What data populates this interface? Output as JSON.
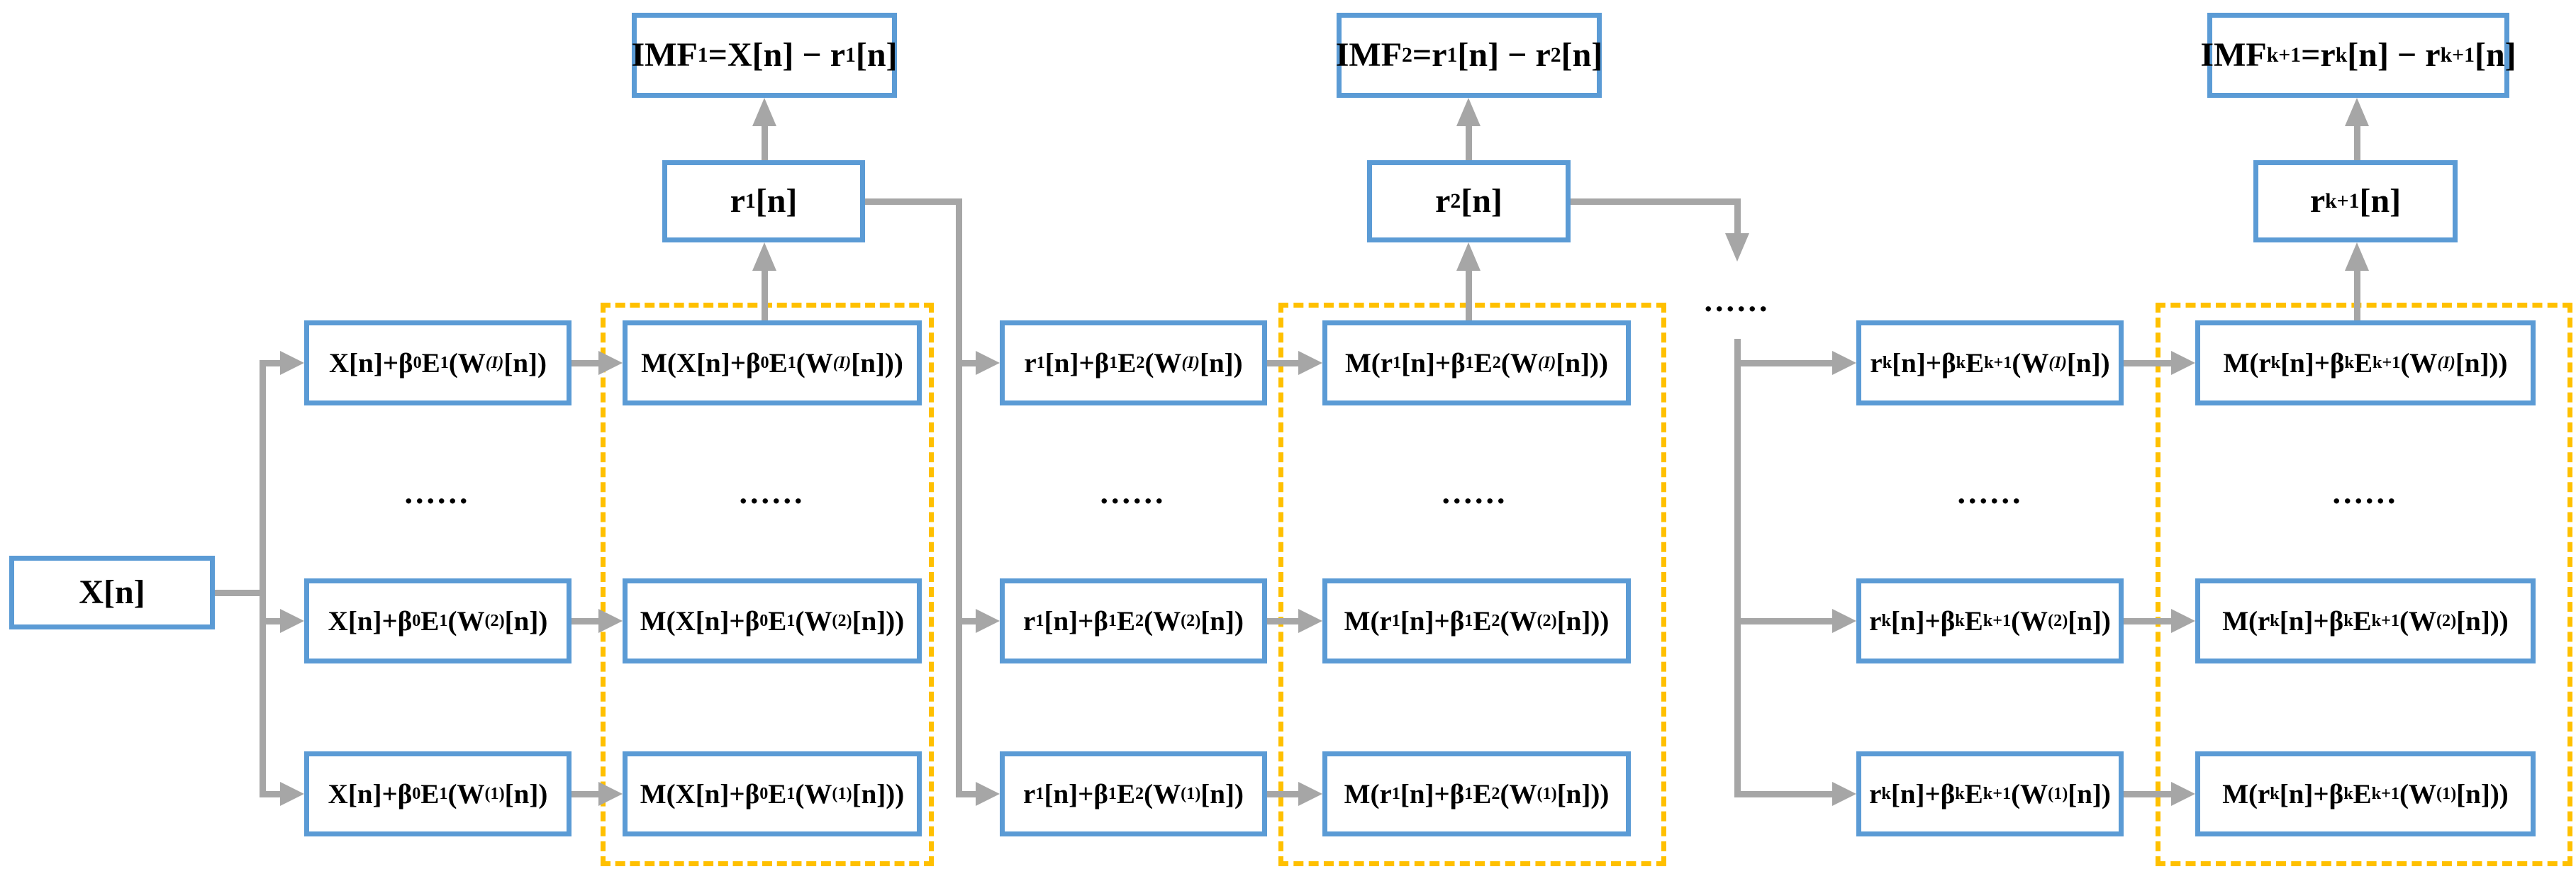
{
  "colors": {
    "box_border": "#5B9BD5",
    "arrow": "#A6A6A6",
    "dashed_group": "#FFC000",
    "text": "#000000",
    "background": "#FFFFFF"
  },
  "dots": "......",
  "input": {
    "label": [
      [
        "t",
        "X[n]"
      ]
    ]
  },
  "stages": [
    {
      "imf": [
        [
          "t",
          "IMF"
        ],
        [
          "b",
          "1"
        ],
        [
          "t",
          "=X[n] − r"
        ],
        [
          "b",
          "1"
        ],
        [
          "t",
          "[n]"
        ]
      ],
      "residual": [
        [
          "t",
          "r"
        ],
        [
          "b",
          "1"
        ],
        [
          "t",
          "[n]"
        ]
      ],
      "noisy_rows": [
        [
          [
            "t",
            "X[n]+β"
          ],
          [
            "b",
            "0"
          ],
          [
            "t",
            "E"
          ],
          [
            "b",
            "1"
          ],
          [
            "t",
            "(W"
          ],
          [
            "pi",
            "(I)"
          ],
          [
            "t",
            "[n])"
          ]
        ],
        [
          [
            "t",
            "X[n]+β"
          ],
          [
            "b",
            "0"
          ],
          [
            "t",
            "E"
          ],
          [
            "b",
            "1"
          ],
          [
            "t",
            "(W"
          ],
          [
            "p",
            "(2)"
          ],
          [
            "t",
            "[n])"
          ]
        ],
        [
          [
            "t",
            "X[n]+β"
          ],
          [
            "b",
            "0"
          ],
          [
            "t",
            "E"
          ],
          [
            "b",
            "1"
          ],
          [
            "t",
            "(W"
          ],
          [
            "p",
            "(1)"
          ],
          [
            "t",
            "[n])"
          ]
        ]
      ],
      "mean_rows": [
        [
          [
            "t",
            "M(X[n]+β"
          ],
          [
            "b",
            "0"
          ],
          [
            "t",
            " E"
          ],
          [
            "b",
            "1"
          ],
          [
            "t",
            "(W"
          ],
          [
            "pi",
            "(I)"
          ],
          [
            "t",
            "[n]))"
          ]
        ],
        [
          [
            "t",
            "M(X[n]+β"
          ],
          [
            "b",
            "0"
          ],
          [
            "t",
            " E"
          ],
          [
            "b",
            "1"
          ],
          [
            "t",
            "(W"
          ],
          [
            "p",
            "(2)"
          ],
          [
            "t",
            "[n]))"
          ]
        ],
        [
          [
            "t",
            "M(X[n]+β"
          ],
          [
            "b",
            "0"
          ],
          [
            "t",
            " E"
          ],
          [
            "b",
            "1"
          ],
          [
            "t",
            "(W"
          ],
          [
            "p",
            "(1)"
          ],
          [
            "t",
            "[n]))"
          ]
        ]
      ]
    },
    {
      "imf": [
        [
          "t",
          "IMF"
        ],
        [
          "b",
          "2"
        ],
        [
          "t",
          "=r"
        ],
        [
          "b",
          "1"
        ],
        [
          "t",
          "[n] − r"
        ],
        [
          "b",
          "2"
        ],
        [
          "t",
          "[n]"
        ]
      ],
      "residual": [
        [
          "t",
          "r"
        ],
        [
          "b",
          "2"
        ],
        [
          "t",
          "[n]"
        ]
      ],
      "noisy_rows": [
        [
          [
            "t",
            "r"
          ],
          [
            "b",
            "1"
          ],
          [
            "t",
            "[n]+β"
          ],
          [
            "b",
            "1"
          ],
          [
            "t",
            "E"
          ],
          [
            "b",
            "2"
          ],
          [
            "t",
            "(W"
          ],
          [
            "pi",
            "(I)"
          ],
          [
            "t",
            "[n])"
          ]
        ],
        [
          [
            "t",
            "r"
          ],
          [
            "b",
            "1"
          ],
          [
            "t",
            "[n]+β"
          ],
          [
            "b",
            "1"
          ],
          [
            "t",
            "E"
          ],
          [
            "b",
            "2"
          ],
          [
            "t",
            "(W"
          ],
          [
            "p",
            "(2)"
          ],
          [
            "t",
            "[n])"
          ]
        ],
        [
          [
            "t",
            "r"
          ],
          [
            "b",
            "1"
          ],
          [
            "t",
            "[n]+β"
          ],
          [
            "b",
            "1"
          ],
          [
            "t",
            "E"
          ],
          [
            "b",
            "2"
          ],
          [
            "t",
            "(W"
          ],
          [
            "p",
            "(1)"
          ],
          [
            "t",
            "[n])"
          ]
        ]
      ],
      "mean_rows": [
        [
          [
            "t",
            "M(r"
          ],
          [
            "b",
            "1"
          ],
          [
            "t",
            "[n]+β"
          ],
          [
            "b",
            "1"
          ],
          [
            "t",
            " E"
          ],
          [
            "b",
            "2"
          ],
          [
            "t",
            "(W"
          ],
          [
            "pi",
            "(I)"
          ],
          [
            "t",
            "[n]))"
          ]
        ],
        [
          [
            "t",
            "M(r"
          ],
          [
            "b",
            "1"
          ],
          [
            "t",
            "[n]+β"
          ],
          [
            "b",
            "1"
          ],
          [
            "t",
            " E"
          ],
          [
            "b",
            "2"
          ],
          [
            "t",
            "(W"
          ],
          [
            "p",
            "(2)"
          ],
          [
            "t",
            "[n]))"
          ]
        ],
        [
          [
            "t",
            "M(r"
          ],
          [
            "b",
            "1"
          ],
          [
            "t",
            "[n]+β"
          ],
          [
            "b",
            "1"
          ],
          [
            "t",
            " E"
          ],
          [
            "b",
            "2"
          ],
          [
            "t",
            "(W"
          ],
          [
            "p",
            "(1)"
          ],
          [
            "t",
            "[n]))"
          ]
        ]
      ]
    },
    {
      "imf": [
        [
          "t",
          "IMF"
        ],
        [
          "b",
          "k+1"
        ],
        [
          "t",
          "=r"
        ],
        [
          "b",
          "k"
        ],
        [
          "t",
          "[n] − r"
        ],
        [
          "b",
          "k+1"
        ],
        [
          "t",
          "[n]"
        ]
      ],
      "residual": [
        [
          "t",
          "r"
        ],
        [
          "b",
          "k+1"
        ],
        [
          "t",
          "[n]"
        ]
      ],
      "noisy_rows": [
        [
          [
            "t",
            "r"
          ],
          [
            "b",
            "k"
          ],
          [
            "t",
            "[n]+β"
          ],
          [
            "b",
            "k"
          ],
          [
            "t",
            "E"
          ],
          [
            "b",
            "k+1"
          ],
          [
            "t",
            "(W"
          ],
          [
            "pi",
            "(I)"
          ],
          [
            "t",
            "[n])"
          ]
        ],
        [
          [
            "t",
            "r"
          ],
          [
            "b",
            "k"
          ],
          [
            "t",
            "[n]+β"
          ],
          [
            "b",
            "k"
          ],
          [
            "t",
            "E"
          ],
          [
            "b",
            "k+1"
          ],
          [
            "t",
            "(W"
          ],
          [
            "p",
            "(2)"
          ],
          [
            "t",
            "[n])"
          ]
        ],
        [
          [
            "t",
            "r"
          ],
          [
            "b",
            "k"
          ],
          [
            "t",
            "[n]+β"
          ],
          [
            "b",
            "k"
          ],
          [
            "t",
            "E"
          ],
          [
            "b",
            "k+1"
          ],
          [
            "t",
            "(W"
          ],
          [
            "p",
            "(1)"
          ],
          [
            "t",
            "[n])"
          ]
        ]
      ],
      "mean_rows": [
        [
          [
            "t",
            "M(r"
          ],
          [
            "b",
            "k"
          ],
          [
            "t",
            "[n]+β"
          ],
          [
            "b",
            "k"
          ],
          [
            "t",
            " E"
          ],
          [
            "b",
            "k+1"
          ],
          [
            "t",
            "(W"
          ],
          [
            "pi",
            "(I)"
          ],
          [
            "t",
            "[n]))"
          ]
        ],
        [
          [
            "t",
            "M(r"
          ],
          [
            "b",
            "k"
          ],
          [
            "t",
            "[n]+β"
          ],
          [
            "b",
            "k"
          ],
          [
            "t",
            " E"
          ],
          [
            "b",
            "k+1"
          ],
          [
            "t",
            "(W"
          ],
          [
            "p",
            "(2)"
          ],
          [
            "t",
            "[n]))"
          ]
        ],
        [
          [
            "t",
            "M(r"
          ],
          [
            "b",
            "k"
          ],
          [
            "t",
            "[n]+β"
          ],
          [
            "b",
            "k"
          ],
          [
            "t",
            " E"
          ],
          [
            "b",
            "k+1"
          ],
          [
            "t",
            "(W"
          ],
          [
            "p",
            "(1)"
          ],
          [
            "t",
            "[n]))"
          ]
        ]
      ]
    }
  ]
}
